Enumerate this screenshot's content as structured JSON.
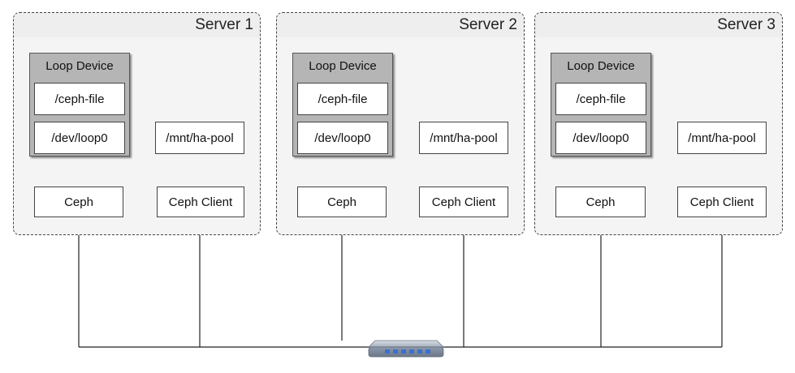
{
  "servers": [
    {
      "title": "Server 1",
      "loop_device": {
        "title": "Loop Device",
        "file": "/ceph-file",
        "device": "/dev/loop0"
      },
      "mount": "/mnt/ha-pool",
      "ceph": "Ceph",
      "client": "Ceph Client"
    },
    {
      "title": "Server 2",
      "loop_device": {
        "title": "Loop Device",
        "file": "/ceph-file",
        "device": "/dev/loop0"
      },
      "mount": "/mnt/ha-pool",
      "ceph": "Ceph",
      "client": "Ceph Client"
    },
    {
      "title": "Server 3",
      "loop_device": {
        "title": "Loop Device",
        "file": "/ceph-file",
        "device": "/dev/loop0"
      },
      "mount": "/mnt/ha-pool",
      "ceph": "Ceph",
      "client": "Ceph Client"
    }
  ],
  "network": {
    "icon": "network-switch-icon"
  },
  "colors": {
    "server_fill": "#f4f4f4",
    "loop_device_fill": "#b5b5b5",
    "switch_body": "#9aa7b6",
    "switch_port": "#3b6fd1"
  }
}
